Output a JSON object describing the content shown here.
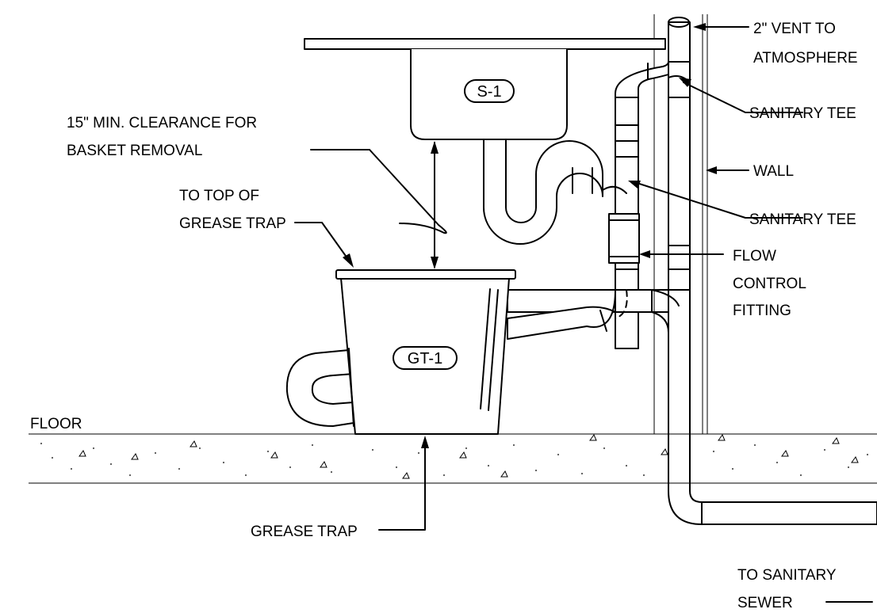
{
  "labels": {
    "vent_line1": "2\" VENT TO",
    "vent_line2": "ATMOSPHERE",
    "sanitary_tee_upper": "SANITARY TEE",
    "wall": "WALL",
    "sanitary_tee_lower": "SANITARY TEE",
    "flow_control_line1": "FLOW",
    "flow_control_line2": "CONTROL",
    "flow_control_line3": "FITTING",
    "clearance_line1": "15\" MIN. CLEARANCE FOR",
    "clearance_line2": "BASKET REMOVAL",
    "top_of_trap_line1": "TO TOP OF",
    "top_of_trap_line2": "GREASE TRAP",
    "floor": "FLOOR",
    "grease_trap": "GREASE TRAP",
    "sewer_line1": "TO SANITARY",
    "sewer_line2": "SEWER"
  },
  "tags": {
    "sink": "S-1",
    "grease_trap": "GT-1"
  }
}
